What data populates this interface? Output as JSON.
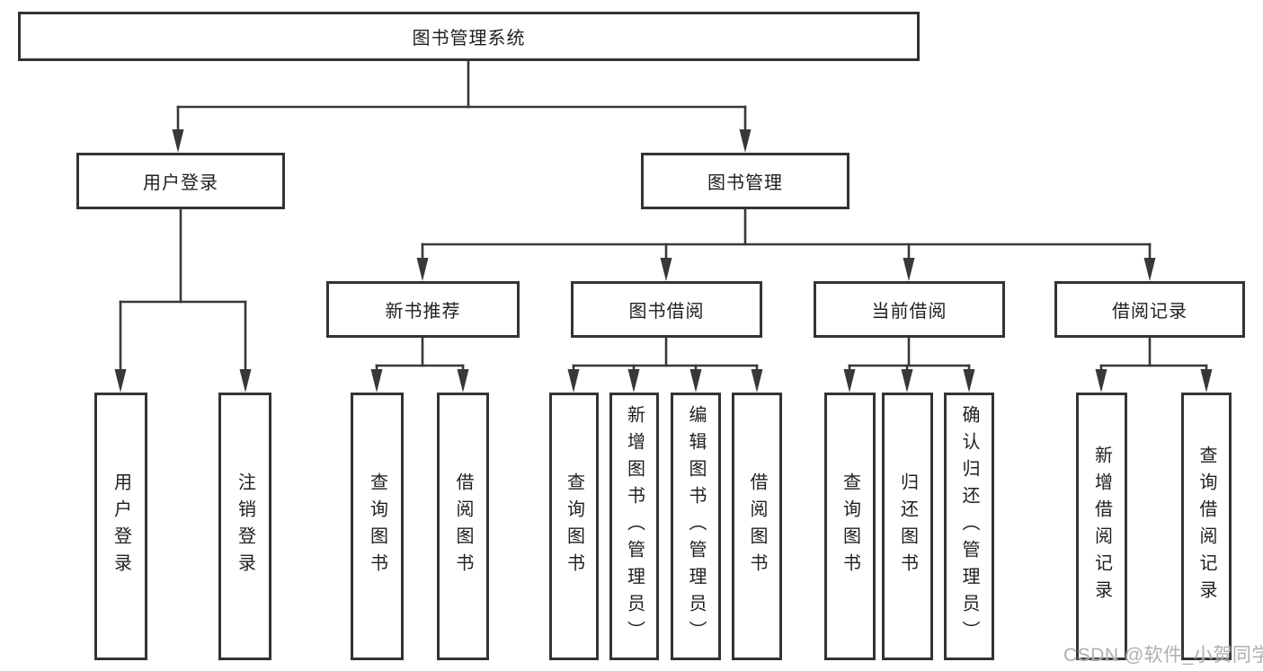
{
  "diagram": {
    "root": {
      "label": "图书管理系统"
    },
    "level2": [
      {
        "label": "用户登录"
      },
      {
        "label": "图书管理"
      }
    ],
    "level3": [
      {
        "parent": "图书管理",
        "label": "新书推荐"
      },
      {
        "parent": "图书管理",
        "label": "图书借阅"
      },
      {
        "parent": "图书管理",
        "label": "当前借阅"
      },
      {
        "parent": "图书管理",
        "label": "借阅记录"
      }
    ],
    "leaves": [
      {
        "parent": "用户登录",
        "label": "用户登录"
      },
      {
        "parent": "用户登录",
        "label": "注销登录"
      },
      {
        "parent": "新书推荐",
        "label": "查询图书"
      },
      {
        "parent": "新书推荐",
        "label": "借阅图书"
      },
      {
        "parent": "图书借阅",
        "label": "查询图书"
      },
      {
        "parent": "图书借阅",
        "label": "新增图书（管理员）"
      },
      {
        "parent": "图书借阅",
        "label": "编辑图书（管理员）"
      },
      {
        "parent": "图书借阅",
        "label": "借阅图书"
      },
      {
        "parent": "当前借阅",
        "label": "查询图书"
      },
      {
        "parent": "当前借阅",
        "label": "归还图书"
      },
      {
        "parent": "当前借阅",
        "label": "确认归还（管理员）"
      },
      {
        "parent": "借阅记录",
        "label": "新增借阅记录"
      },
      {
        "parent": "借阅记录",
        "label": "查询借阅记录"
      }
    ],
    "watermark": "CSDN @软件_小贺同学"
  },
  "colors": {
    "line": "#383838",
    "box_border": "#333333",
    "text": "#1f1f1f",
    "watermark": "#a8a8a8",
    "background": "#ffffff"
  }
}
